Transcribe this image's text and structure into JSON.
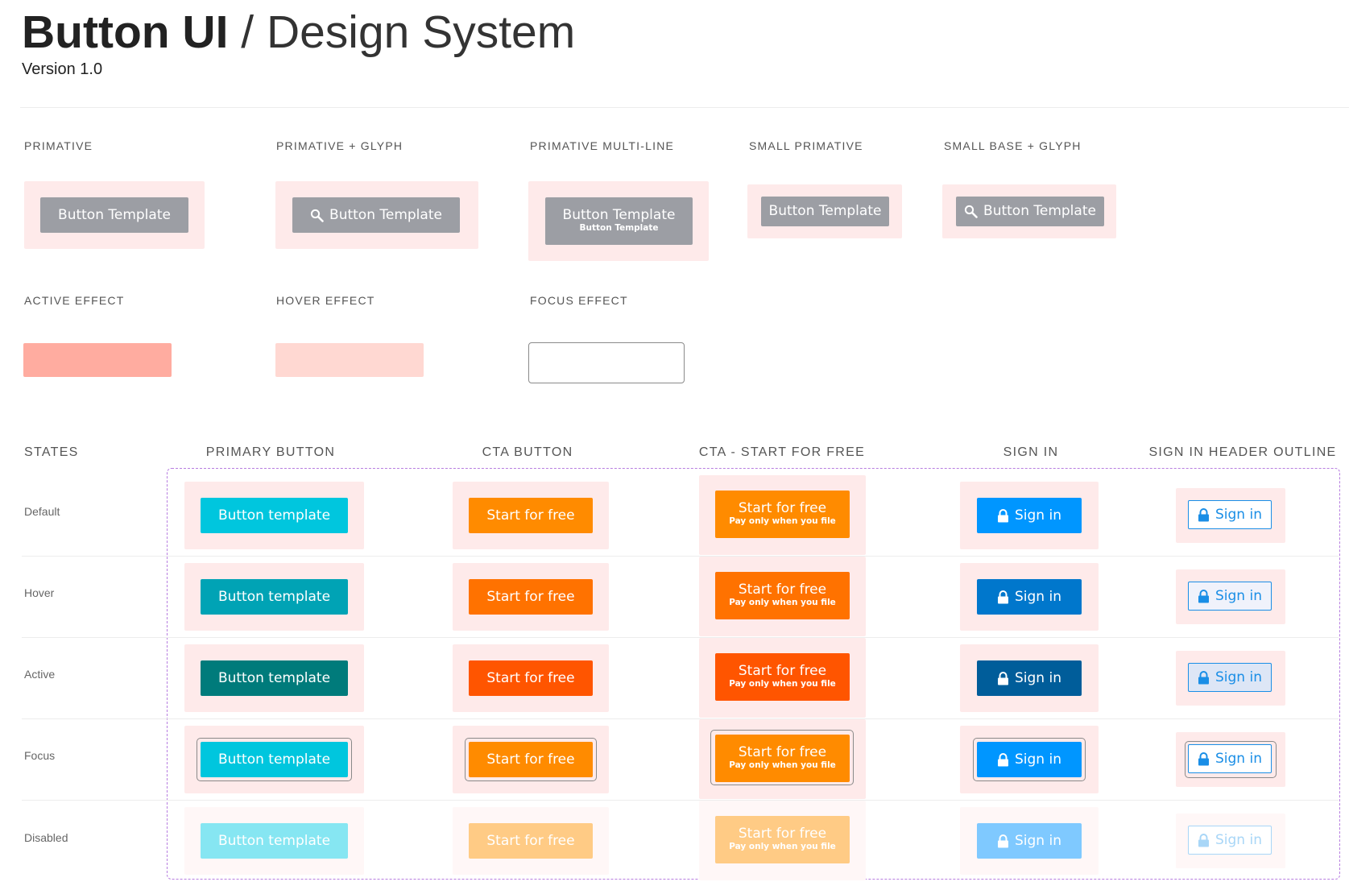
{
  "header": {
    "title_bold": "Button UI",
    "title_rest": "/ Design System",
    "version": "Version 1.0"
  },
  "templates": {
    "primative": {
      "label": "PRIMATIVE",
      "button": "Button Template"
    },
    "primative_glyph": {
      "label": "PRIMATIVE + GLYPH",
      "button": "Button Template",
      "icon": "search-icon"
    },
    "primative_multiline": {
      "label": "PRIMATIVE MULTI-LINE",
      "button": "Button Template",
      "sub": "Button Template"
    },
    "small_primative": {
      "label": "SMALL PRIMATIVE",
      "button": "Button Template"
    },
    "small_base_glyph": {
      "label": "SMALL BASE + GLYPH",
      "button": "Button Template",
      "icon": "search-icon"
    }
  },
  "effects": {
    "active": {
      "label": "ACTIVE EFFECT",
      "color": "#ffaca0"
    },
    "hover": {
      "label": "HOVER EFFECT",
      "color": "#ffd8d2"
    },
    "focus": {
      "label": "FOCUS EFFECT",
      "color": "#ffffff"
    }
  },
  "states_table": {
    "states_header": "STATES",
    "columns": [
      {
        "key": "primary",
        "label": "PRIMARY BUTTON"
      },
      {
        "key": "cta",
        "label": "CTA BUTTON"
      },
      {
        "key": "cta_free",
        "label": "CTA - START FOR FREE"
      },
      {
        "key": "sign_in",
        "label": "SIGN IN"
      },
      {
        "key": "sign_in_outline",
        "label": "SIGN IN HEADER OUTLINE"
      }
    ],
    "states": [
      "Default",
      "Hover",
      "Active",
      "Focus",
      "Disabled"
    ],
    "labels": {
      "primary": "Button template",
      "cta": "Start for free",
      "cta_free_main": "Start for free",
      "cta_free_sub": "Pay only when you file",
      "sign_in": "Sign in",
      "sign_in_outline": "Sign in"
    },
    "colors": {
      "primary": [
        "#00c6de",
        "#00a3b5",
        "#007b7b",
        "#00c6de",
        "#86e6f2"
      ],
      "cta": [
        "#ff8b00",
        "#ff7200",
        "#ff5500",
        "#ff8b00",
        "#ffcb85"
      ],
      "cta_free": [
        "#ff8b00",
        "#ff7200",
        "#ff5500",
        "#ff8b00",
        "#ffcb85"
      ],
      "sign_in": [
        "#0096ff",
        "#0077cc",
        "#005d9a",
        "#0096ff",
        "#7fc9ff"
      ],
      "sign_in_outline_bg": [
        "#ffffff",
        "#f0f2fb",
        "#dde6f6",
        "#ffffff",
        "#ffffff"
      ]
    },
    "icons": {
      "sign_in": "lock-icon"
    }
  }
}
